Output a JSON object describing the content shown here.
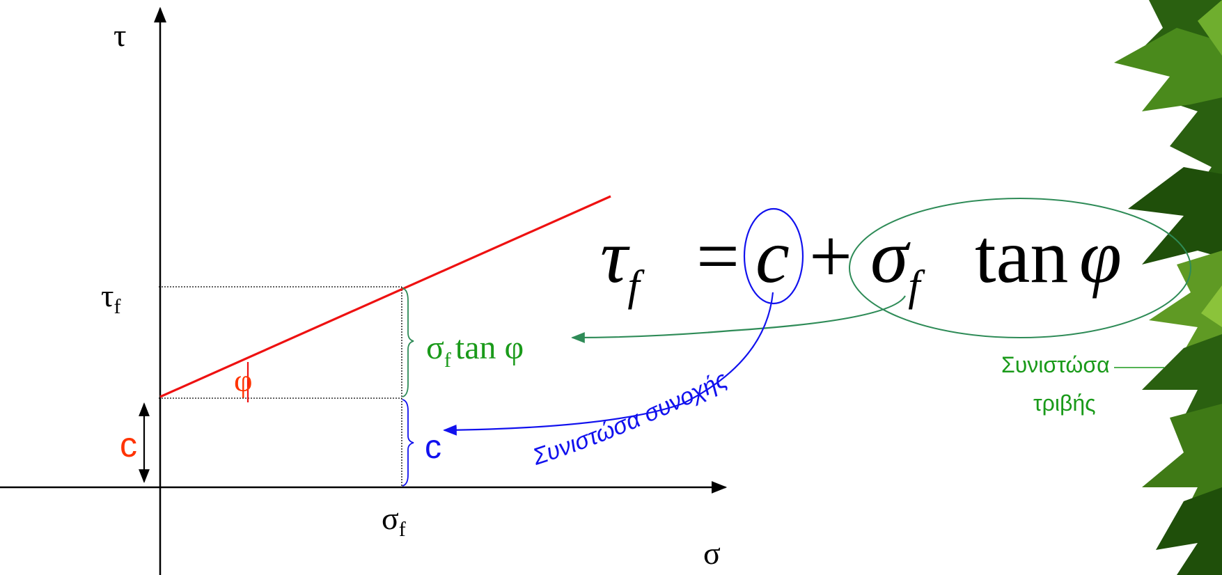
{
  "axes": {
    "y_label": "τ",
    "x_label": "σ"
  },
  "ticks": {
    "tau_f_main": "τ",
    "tau_f_sub": "f",
    "sigma_f_main": "σ",
    "sigma_f_sub": "f",
    "intercept_c": "c"
  },
  "angle_label": "φ",
  "bracket_labels": {
    "friction_sigma": "σ",
    "friction_sub": "f",
    "friction_rest": "tan φ",
    "cohesion": "c"
  },
  "equation": {
    "lhs": "τ",
    "lhs_sub": "f",
    "equals": "=",
    "c": "c",
    "plus": "+",
    "sigma": "σ",
    "sigma_sub": "f",
    "tan": "tan",
    "phi": "φ"
  },
  "annotations": {
    "cohesion_component": "Συνιστώσα συνοχής",
    "friction_component_line1": "Συνιστώσα",
    "friction_component_line2": "τριβής"
  },
  "colors": {
    "envelope": "#ee1111",
    "friction": "#2e8b57",
    "friction_text": "#1a9a1a",
    "cohesion": "#1111ee",
    "intercept_label": "#ff3300",
    "axis": "#000000",
    "foliage_dark": "#1f4f0a",
    "foliage_light": "#5f9a24"
  },
  "decoration": {
    "foliage_icon": "palm-foliage-icon"
  }
}
